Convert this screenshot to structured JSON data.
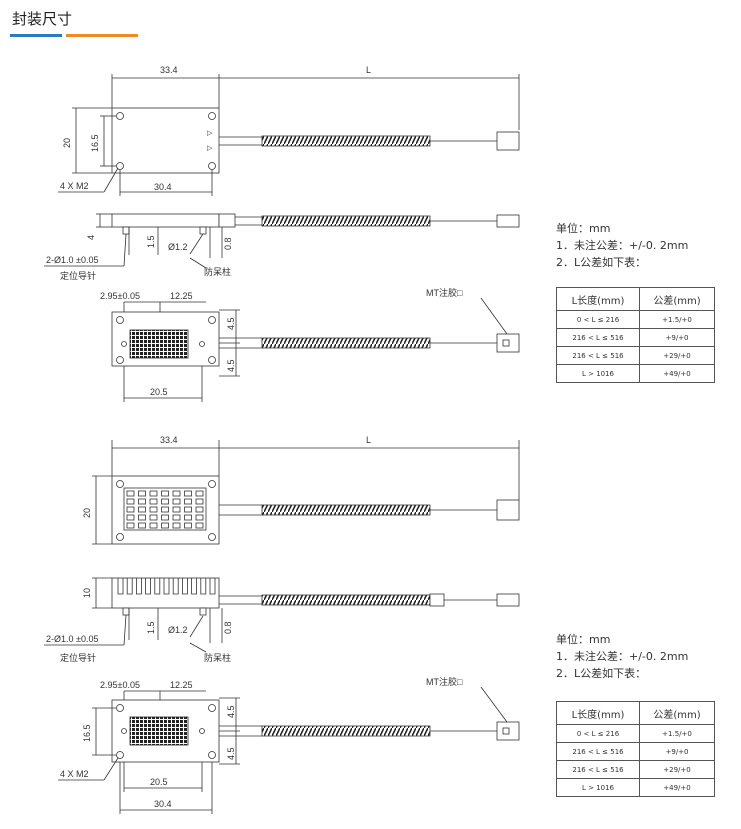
{
  "header": {
    "title": "封装尺寸"
  },
  "colors": {
    "title_bar_primary": "#2a7bbf",
    "title_bar_accent": "#f08a24",
    "line": "#333333"
  },
  "dims": {
    "width_33_4": "33.4",
    "length": "L",
    "height_20": "20",
    "hole_span_16_5": "16.5",
    "hole_span_30_4": "30.4",
    "screws": "4 X M2",
    "thickness_4": "4",
    "thickness_10": "10",
    "dim_1_5": "1.5",
    "dim_0_8": "0.8",
    "pin_dia": "Ø1.2",
    "guide_pin_spec": "2-Ø1.0 ±0.05",
    "guide_pin_label": "定位导针",
    "anti_mis_label": "防呆柱",
    "offset_2_95": "2.95±0.05",
    "offset_12_25": "12.25",
    "width_20_5": "20.5",
    "dim_4_5": "4.5",
    "mt_glue": "MT注胶□"
  },
  "notes": {
    "unit": "单位：mm",
    "tolerance": "1．未注公差：+/-0. 2mm",
    "l_tolerance": "2．L公差如下表："
  },
  "table": {
    "headers": [
      "L长度(mm)",
      "公差(mm)"
    ],
    "rows": [
      [
        "0 < L ≤ 216",
        "+1.5/+0"
      ],
      [
        "216 < L ≤ 516",
        "+9/+0"
      ],
      [
        "216 < L ≤ 516",
        "+29/+0"
      ],
      [
        "L > 1016",
        "+49/+0"
      ]
    ]
  }
}
